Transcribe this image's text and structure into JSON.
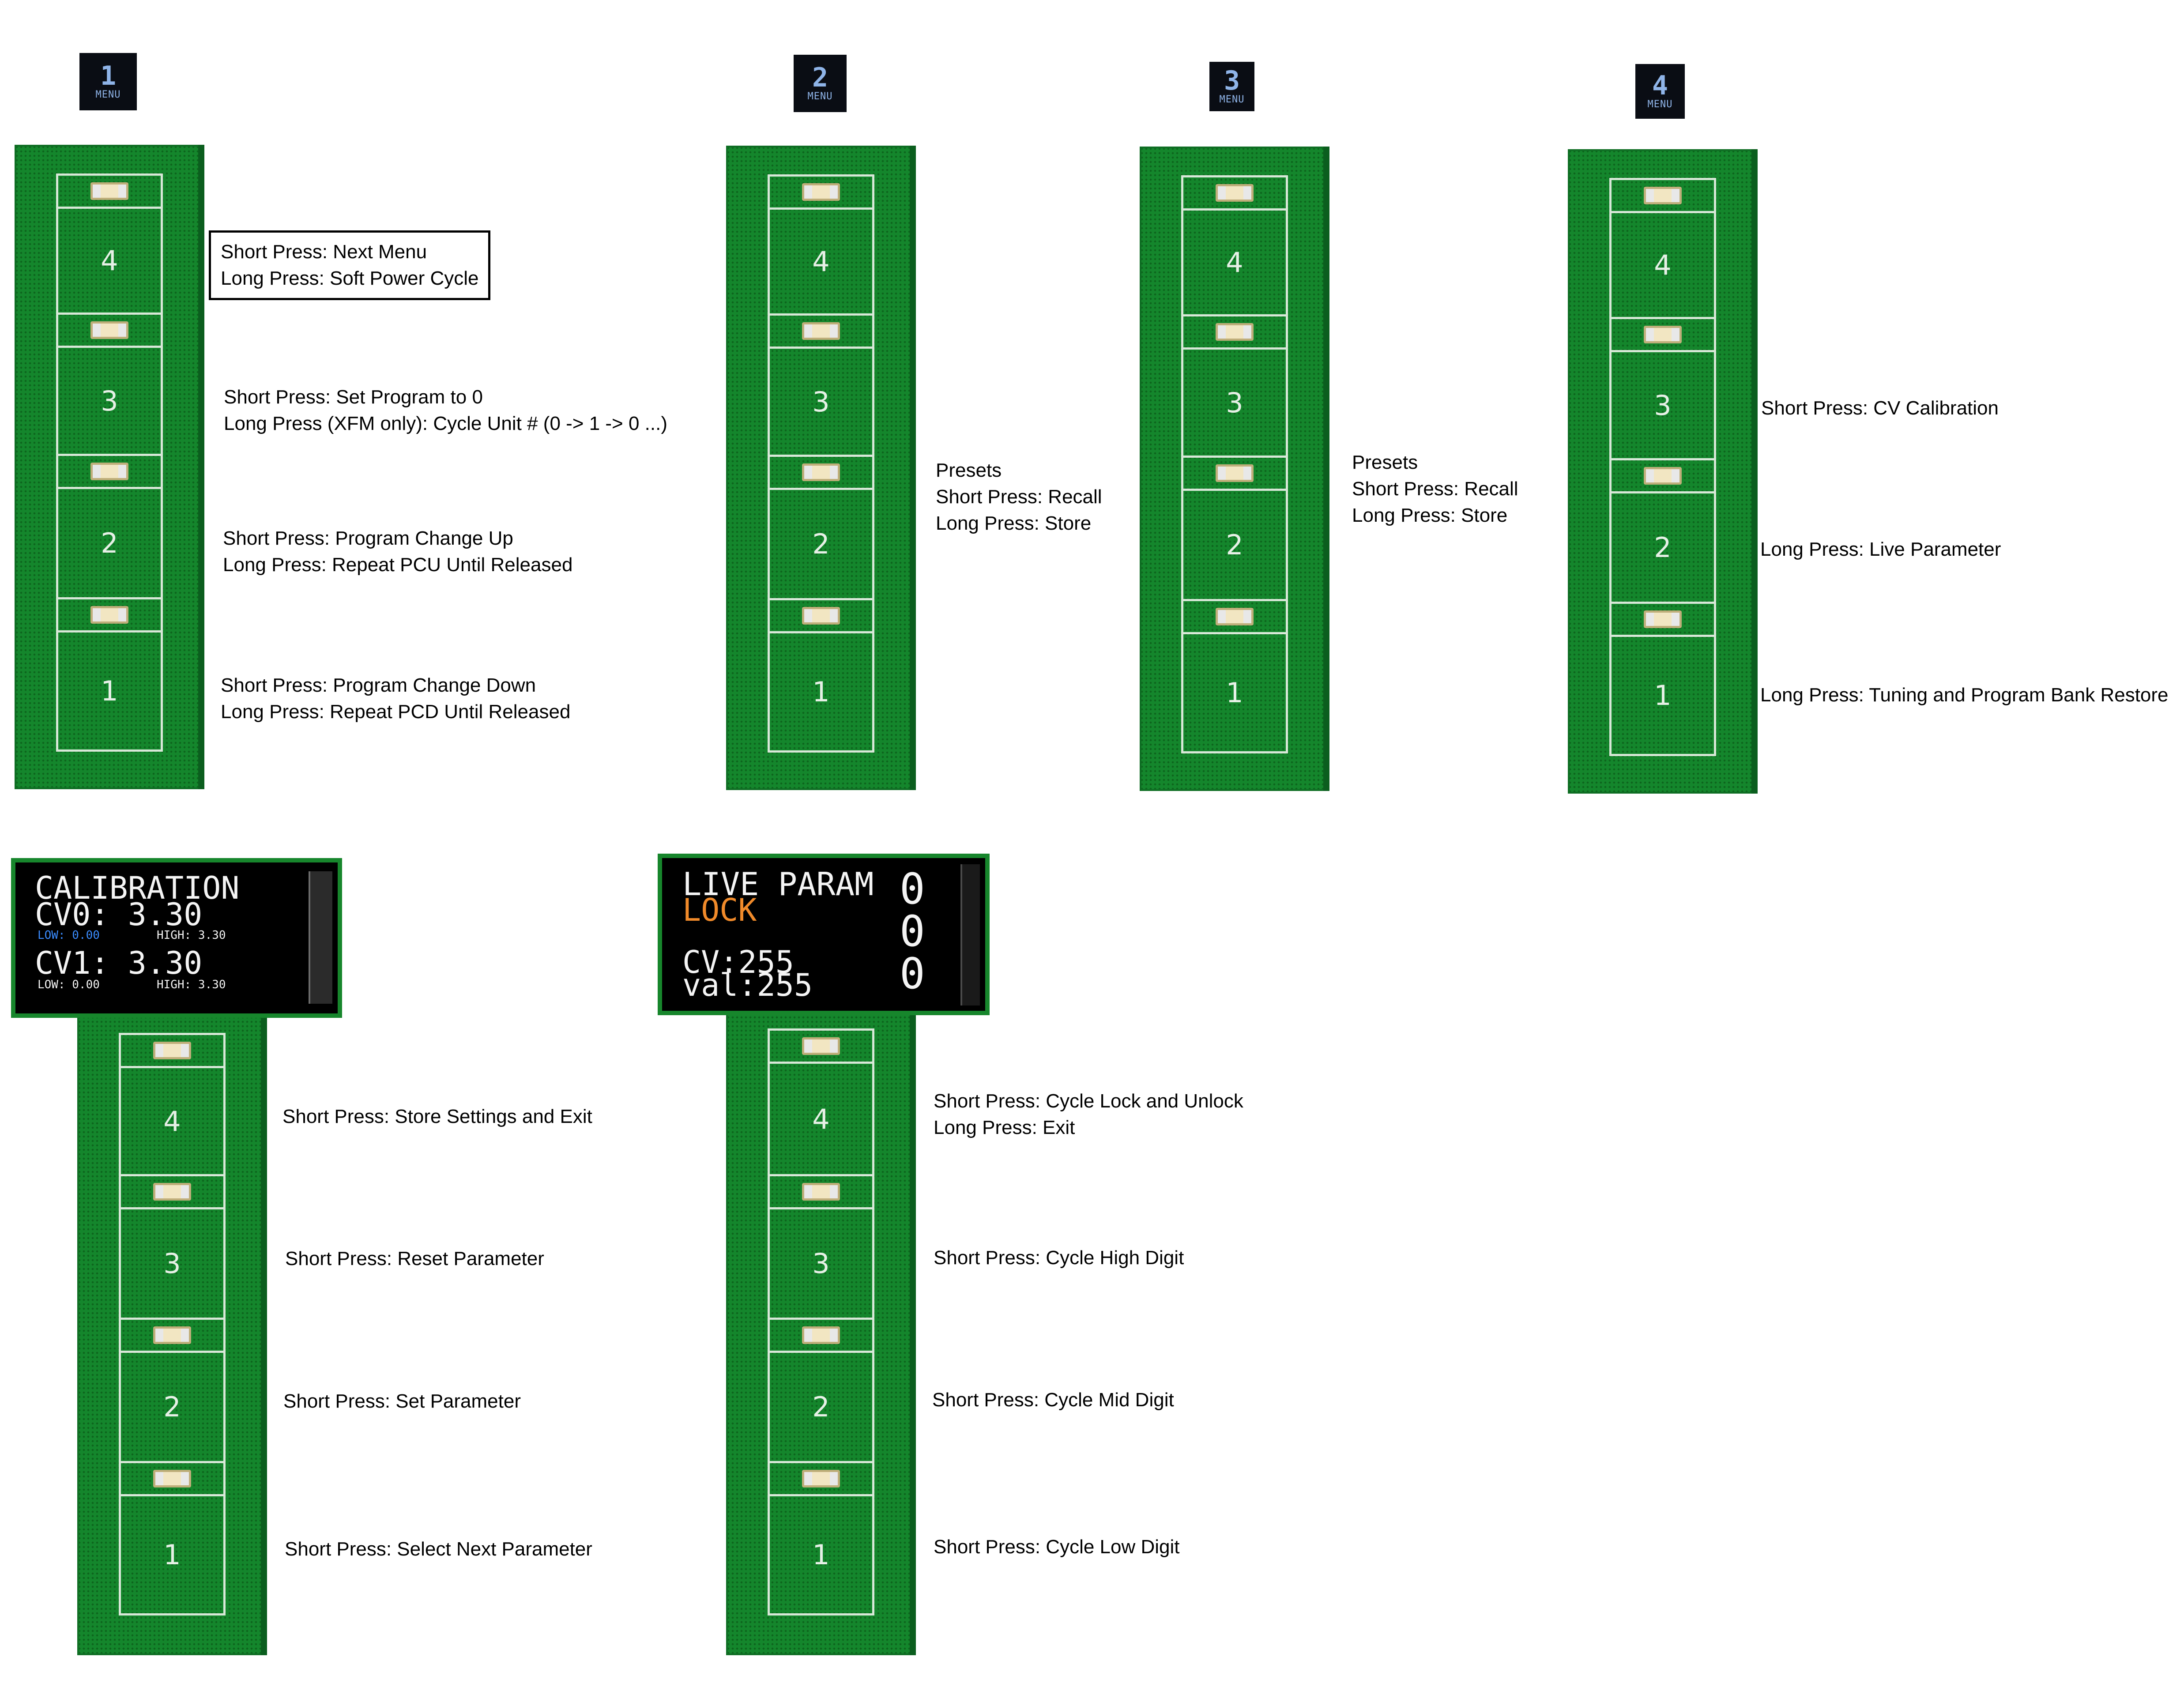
{
  "menus": [
    {
      "number": "1",
      "label": "MENU"
    },
    {
      "number": "2",
      "label": "MENU"
    },
    {
      "number": "3",
      "label": "MENU"
    },
    {
      "number": "4",
      "label": "MENU"
    }
  ],
  "keys": [
    "4",
    "3",
    "2",
    "1"
  ],
  "menu1": {
    "key4": [
      "Short Press: Next Menu",
      "Long Press: Soft Power Cycle"
    ],
    "key3": [
      "Short Press: Set Program to 0",
      "Long Press (XFM only): Cycle Unit # (0 -> 1 -> 0 ...)"
    ],
    "key2": [
      "Short Press: Program Change Up",
      "Long Press: Repeat PCU Until Released"
    ],
    "key1": [
      "Short Press: Program Change Down",
      "Long Press: Repeat PCD Until Released"
    ]
  },
  "menu2": {
    "lines": [
      "Presets",
      "Short Press: Recall",
      "Long Press: Store"
    ]
  },
  "menu3": {
    "lines": [
      "Presets",
      "Short Press: Recall",
      "Long Press: Store"
    ]
  },
  "menu4": {
    "key3": "Short Press: CV Calibration",
    "key2": "Long Press:  Live Parameter",
    "key1": "Long Press: Tuning and Program Bank Restore"
  },
  "calibration": {
    "screen": {
      "title": "CALIBRATION",
      "cv0": "CV0: 3.30",
      "cv0_low": "LOW: 0.00",
      "cv0_high": "HIGH: 3.30",
      "cv1": "CV1: 3.30",
      "cv1_low": "LOW: 0.00",
      "cv1_high": "HIGH: 3.30"
    },
    "key4": "Short Press: Store Settings and Exit",
    "key3": "Short Press: Reset Parameter",
    "key2": "Short Press: Set Parameter",
    "key1": "Short Press: Select Next Parameter"
  },
  "live_param": {
    "screen": {
      "title": "LIVE PARAM",
      "lock": "LOCK",
      "cv": "CV:255",
      "val": "val:255",
      "digits": [
        "0",
        "0",
        "0"
      ]
    },
    "key4": [
      "Short Press: Cycle Lock and Unlock",
      "Long Press: Exit"
    ],
    "key3": "Short Press: Cycle High Digit",
    "key2": "Short Press: Cycle Mid Digit",
    "key1": "Short Press: Cycle Low Digit"
  },
  "colors": {
    "pcb": "#14862c",
    "oled_blue": "#3a8cff",
    "oled_orange": "#f08a2a",
    "badge_text": "#8fb4e8"
  }
}
